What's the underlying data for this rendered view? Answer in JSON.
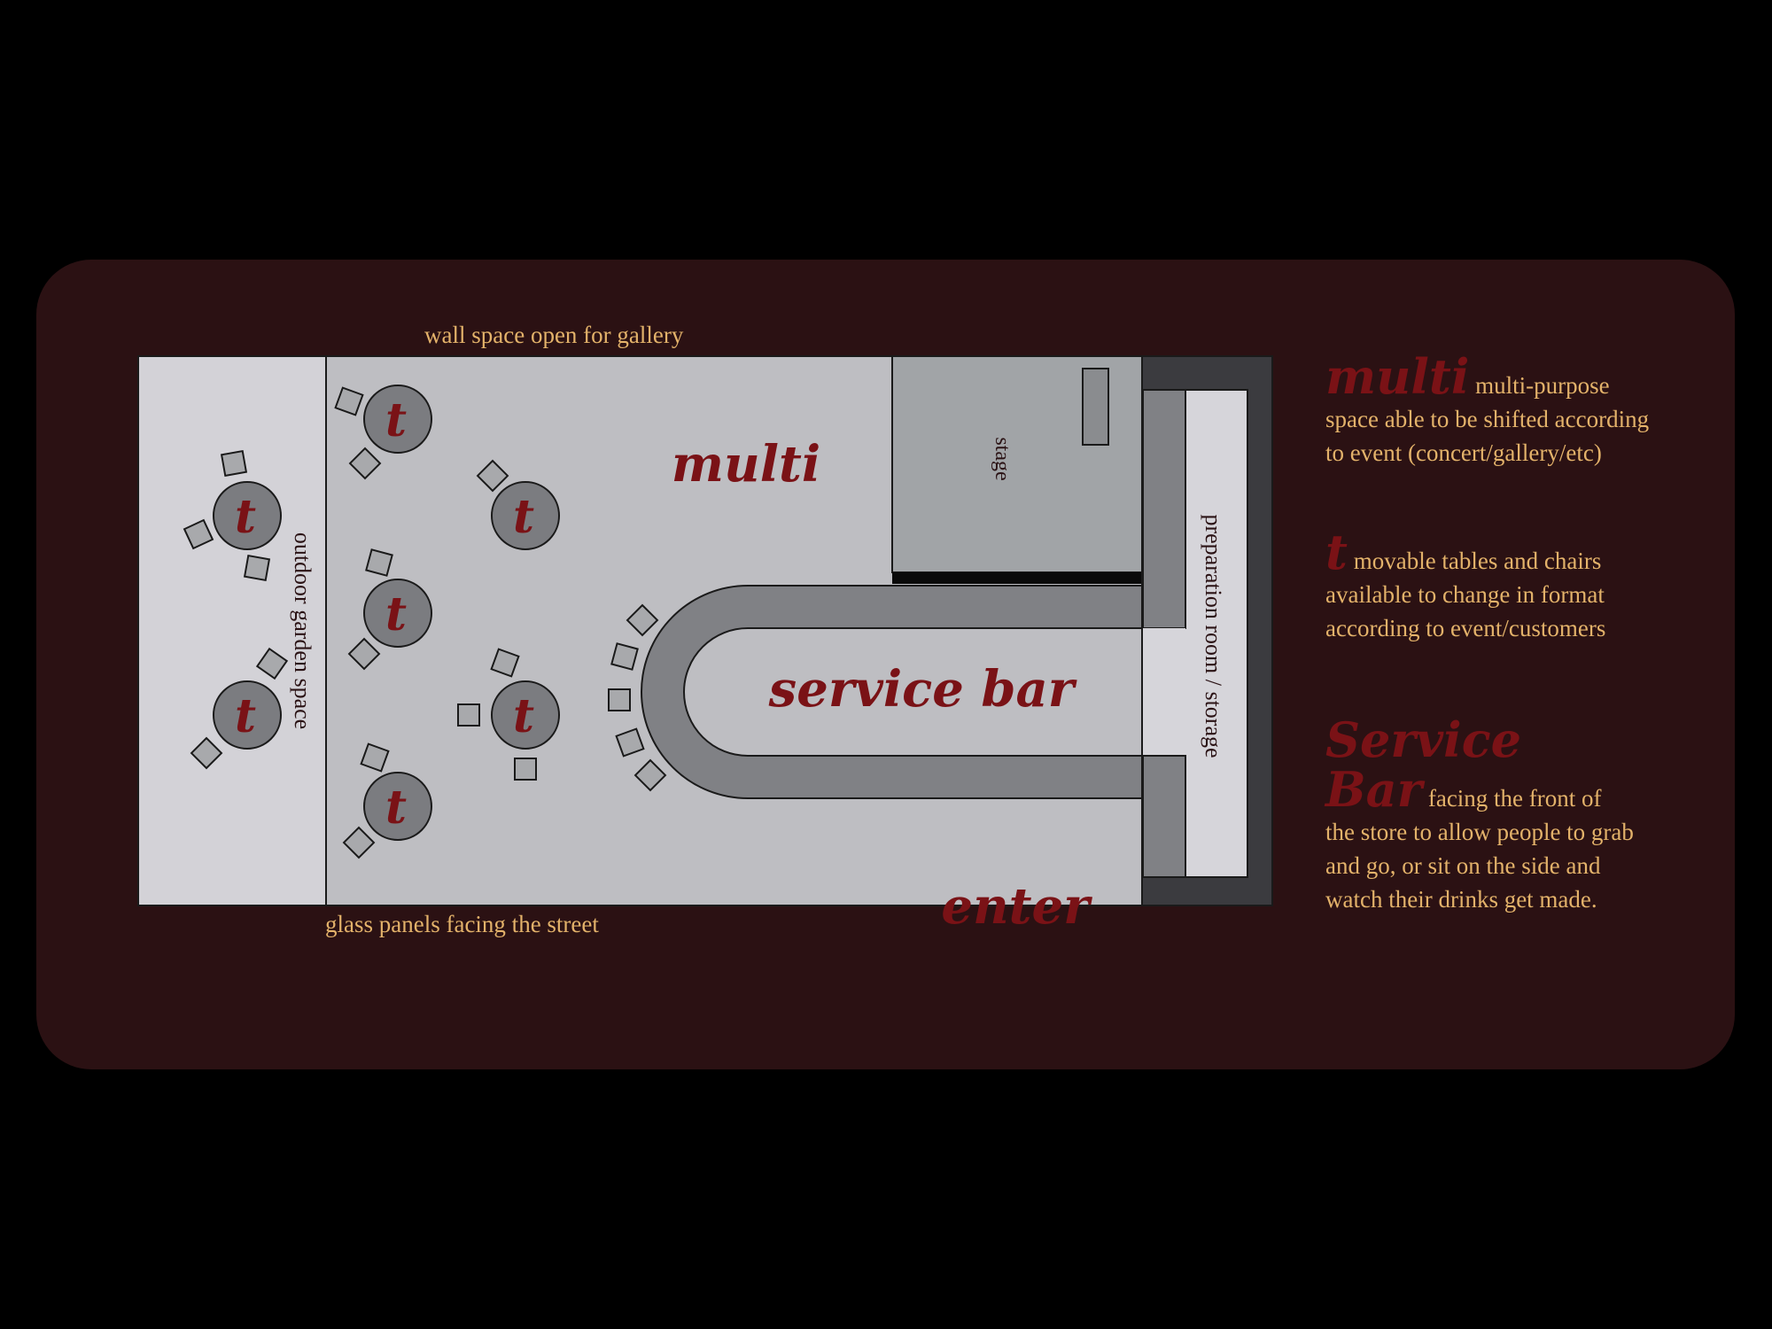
{
  "labels": {
    "gallery_wall": "wall space open for gallery",
    "glass_panels": "glass panels facing the street",
    "outdoor_garden": "outdoor garden space",
    "stage": "stage",
    "prep_room": "preparation room / storage",
    "multi": "multi",
    "service_bar": "service bar",
    "enter": "enter",
    "table_mark": "t"
  },
  "legend": {
    "multi_key": "multi",
    "multi_text": "multi-purpose space able to be shifted according to event (concert/gallery/etc)",
    "t_key": "t",
    "t_text": "movable tables and chairs available to change in format according to event/customers",
    "bar_key_1": "Service",
    "bar_key_2": "Bar",
    "bar_text": "facing the front of the store to allow people to grab and go, or sit on the side and watch their drinks get made."
  },
  "colors": {
    "background": "#000000",
    "panel": "#2b1113",
    "accent_red": "#7a1216",
    "text_gold": "#e3b26a"
  }
}
